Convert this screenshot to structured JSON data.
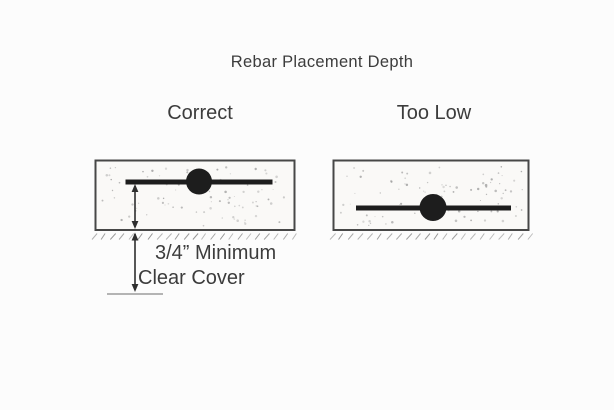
{
  "title": "Rebar Placement Depth",
  "panels": [
    {
      "label": "Correct"
    },
    {
      "label": "Too Low"
    }
  ],
  "annotation": {
    "line1": "3/4” Minimum",
    "line2": "Clear Cover"
  },
  "colors": {
    "background": "#fcfcfc",
    "ink": "#3c3c3c",
    "slab_fill": "#faf9f7",
    "slab_border": "#474747",
    "rebar": "#1d1d1d",
    "hatch": "#8a8a8a",
    "dimension": "#2e2e2e",
    "baseline": "#9c9c9c",
    "speckle": "#9e9e9e"
  }
}
